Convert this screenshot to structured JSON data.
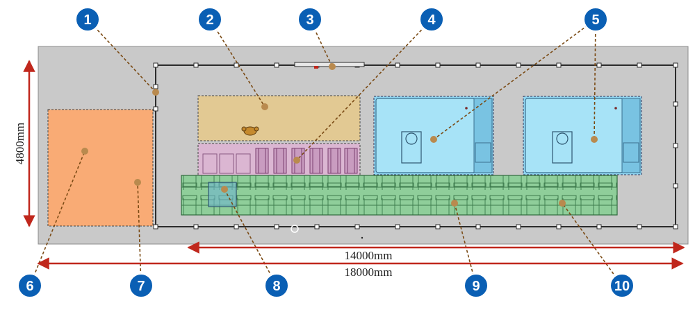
{
  "colors": {
    "floor": "#c9c9c9",
    "floor_border": "#8c8c8c",
    "callout_fill": "#0a5fb4",
    "leader": "#7a4a14",
    "dimension": "#c0271c",
    "zone_orange": "#f9ab75",
    "zone_tan": "#e2c993",
    "zone_pink": "#dbb6d2",
    "zone_cyan": "#8fd6f2",
    "zone_green": "#8fce9a",
    "rail": "#2b2b2b"
  },
  "callouts": [
    {
      "label": "1"
    },
    {
      "label": "2"
    },
    {
      "label": "3"
    },
    {
      "label": "4"
    },
    {
      "label": "5"
    },
    {
      "label": "6"
    },
    {
      "label": "7"
    },
    {
      "label": "8"
    },
    {
      "label": "9"
    },
    {
      "label": "10"
    }
  ],
  "dimensions": {
    "height": "4800mm",
    "inner_length": "14000mm",
    "total_length": "18000mm"
  }
}
